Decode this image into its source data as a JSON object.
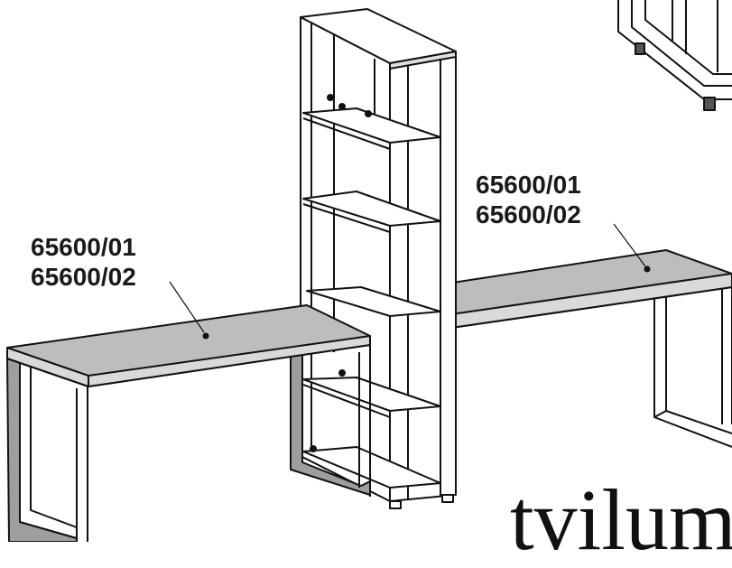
{
  "labels": {
    "left": {
      "line1": "65600/01",
      "line2": "65600/02"
    },
    "right": {
      "line1": "65600/01",
      "line2": "65600/02"
    }
  },
  "brand": "tvilum",
  "colors": {
    "outline": "#111111",
    "desk_top_surface": "#bdbdbd",
    "desk_top_edge": "#d9d9d9",
    "frame": "#9e9e9e",
    "shelf": "#ffffff"
  }
}
